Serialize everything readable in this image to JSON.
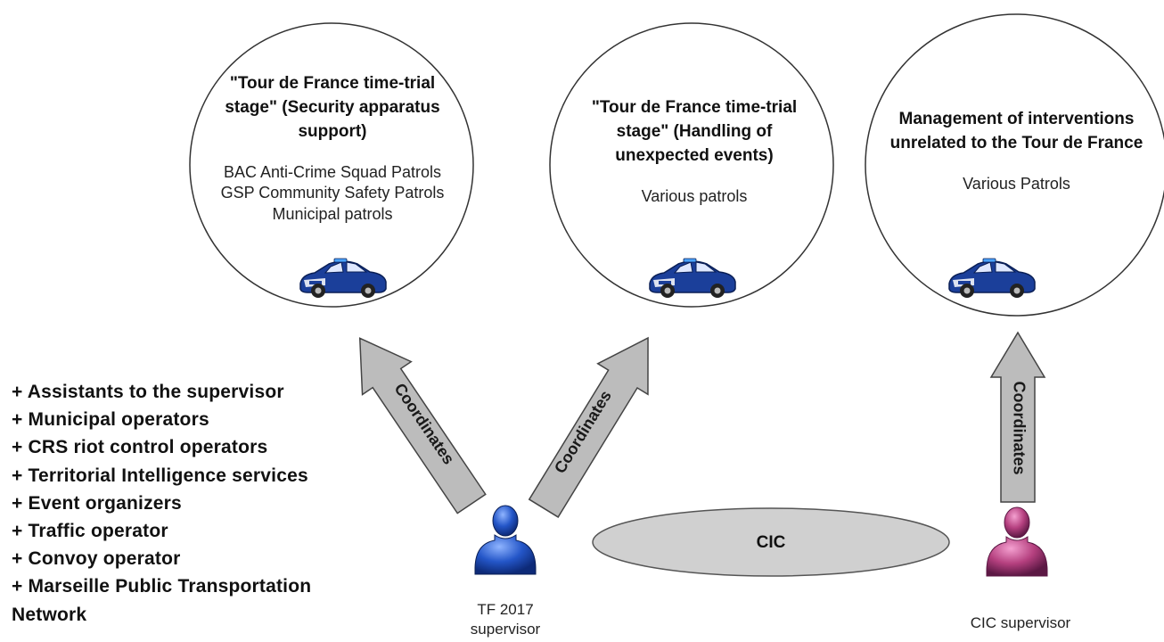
{
  "circles": [
    {
      "title": "\"Tour de France time-trial stage\" (Security apparatus support)",
      "lines": [
        "BAC Anti-Crime Squad Patrols",
        "GSP Community Safety Patrols",
        "Municipal patrols"
      ],
      "icon": "police-car-icon"
    },
    {
      "title": "\"Tour de France time-trial stage\" (Handling of unexpected events)",
      "lines": [
        "Various patrols"
      ],
      "icon": "police-car-icon"
    },
    {
      "title": "Management of interventions unrelated to the Tour de France",
      "lines": [
        "Various Patrols"
      ],
      "icon": "police-car-icon"
    }
  ],
  "arrows": {
    "left": "Coordinates",
    "middle": "Coordinates",
    "right": "Coordinates"
  },
  "actors": [
    "+ Assistants to the supervisor",
    "+ Municipal operators",
    "+ CRS riot control operators",
    "+ Territorial Intelligence services",
    "+ Event organizers",
    "+ Traffic operator",
    "+ Convoy operator",
    "+ Marseille Public Transportation",
    "Network"
  ],
  "persons": {
    "tf_supervisor": "TF 2017\nsupervisor",
    "cic_supervisor": "CIC supervisor"
  },
  "cic_label": "CIC",
  "colors": {
    "arrow_fill": "#bcbcbc",
    "ellipse_fill": "#d0d0d0",
    "tf_person": "#1f4fb8",
    "cic_person": "#b0407a",
    "car_body": "#1b3f9a"
  }
}
